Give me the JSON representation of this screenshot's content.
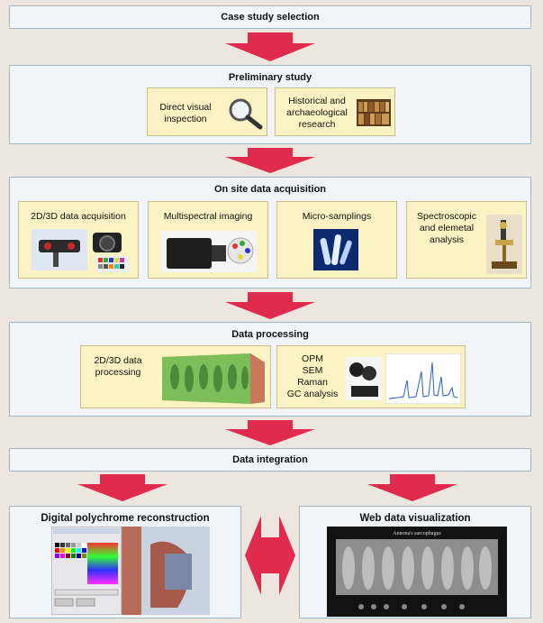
{
  "title": "Case study selection",
  "preliminary": {
    "title": "Preliminary study",
    "cards": [
      {
        "label": "Direct visual inspection",
        "icon": "magnifying-glass-icon"
      },
      {
        "label": "Historical and archaeological research",
        "icon": "bookshelf-photo"
      }
    ]
  },
  "onsite": {
    "title": "On site data acquisition",
    "cards": [
      {
        "label": "2D/3D data acquisition",
        "icon": "scanner-camera-photo"
      },
      {
        "label": "Multispectral imaging",
        "icon": "multispectral-camera-photo"
      },
      {
        "label": "Micro-samplings",
        "icon": "vials-photo"
      },
      {
        "label": "Spectroscopic and elemetal analysis",
        "icon": "microscope-photo"
      }
    ]
  },
  "processing": {
    "title": "Data processing",
    "cards": [
      {
        "label": "2D/3D data processing",
        "icon": "sarcophagus-model"
      },
      {
        "label": "OPM SEM Raman GC analysis",
        "lines": [
          "OPM",
          "SEM",
          "Raman",
          "GC analysis"
        ],
        "icon": "spectrum-plot"
      }
    ]
  },
  "integration": {
    "title": "Data integration"
  },
  "outputs": {
    "left": {
      "title": "Digital polychrome reconstruction"
    },
    "right": {
      "title": "Web data visualization",
      "viewer_caption": "Annona's sarcophagus"
    }
  },
  "colors": {
    "arrow": "#e02a4e",
    "band_bg": "#f1f5f9",
    "band_border": "#9fb6c8",
    "card_bg": "#fbf3c4",
    "page_bg": "#ece6de"
  }
}
